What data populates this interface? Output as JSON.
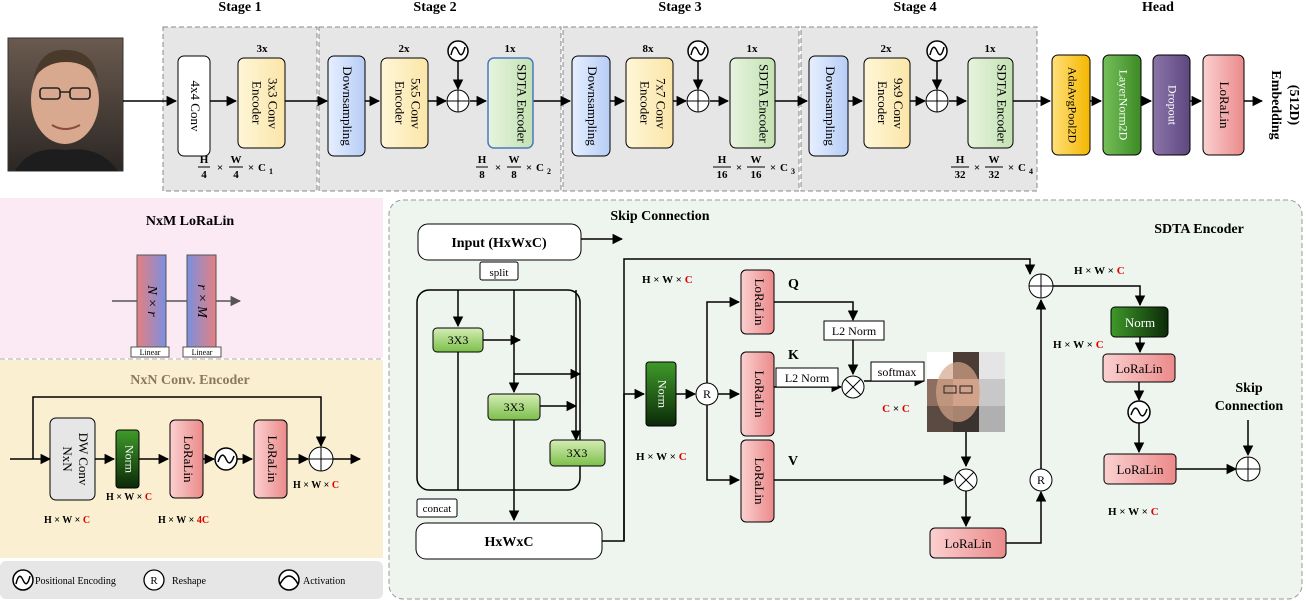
{
  "stages": {
    "s1": "Stage 1",
    "s2": "Stage 2",
    "s3": "Stage 3",
    "s4": "Stage 4",
    "head": "Head"
  },
  "blocks": {
    "conv4x4": "4x4 Conv",
    "enc3x3": "3x3 Conv Encoder",
    "enc5x5": "5x5 Conv Encoder",
    "enc7x7": "7x7 Conv Encoder",
    "enc9x9": "9x9 Conv Encoder",
    "downsampling": "Downsampling",
    "sdta": "SDTA Encoder",
    "adaavgpool": "AdaAvgPool2D",
    "layernorm": "LayerNorm2D",
    "dropout": "Dropout",
    "loralin": "LoRaLin",
    "embedding_line1": "Embedding",
    "embedding_line2": "(512D)"
  },
  "repeats": {
    "r3x": "3x",
    "r2x": "2x",
    "r1x": "1x",
    "r8x": "8x"
  },
  "dims": {
    "s1_h": "H",
    "s1_hd": "4",
    "s1_w": "W",
    "s1_wd": "4",
    "s1_c": "C",
    "s1_ci": "1",
    "s2_hd": "8",
    "s2_wd": "8",
    "s2_ci": "2",
    "s3_hd": "16",
    "s3_wd": "16",
    "s3_ci": "3",
    "s4_hd": "32",
    "s4_wd": "32",
    "s4_ci": "4",
    "times": "×"
  },
  "loralin_panel": {
    "title": "NxM LoRaLin",
    "left_bar": "N × r",
    "right_bar": "r × M",
    "linear": "Linear"
  },
  "conv_panel": {
    "title": "NxN Conv. Encoder",
    "dwconv_l1": "NxN",
    "dwconv_l2": "DW Conv",
    "norm": "Norm",
    "loralin": "LoRaLin",
    "dim_hwc_a": "H × W × ",
    "dim_c": "C",
    "dim_4c": "4C"
  },
  "legend": {
    "pos_enc": "Positional Encoding",
    "reshape_symbol": "R",
    "reshape": "Reshape",
    "activation": "Activation"
  },
  "sdta_panel": {
    "title": "SDTA Encoder",
    "skip_connection": "Skip Connection",
    "input": "Input (HxWxC)",
    "split": "split",
    "c3x3": "3X3",
    "concat": "concat",
    "hwc": "HxWxC",
    "norm": "Norm",
    "r": "R",
    "q": "Q",
    "k": "K",
    "v": "V",
    "l2norm": "L2 Norm",
    "softmax": "softmax",
    "cxc_a": "C",
    "cxc_x": " × ",
    "cxc_b": "C",
    "hw_prefix": "H × W × ",
    "c": "C",
    "loralin": "LoRaLin",
    "skip_l1": "Skip",
    "skip_l2": "Connection"
  }
}
